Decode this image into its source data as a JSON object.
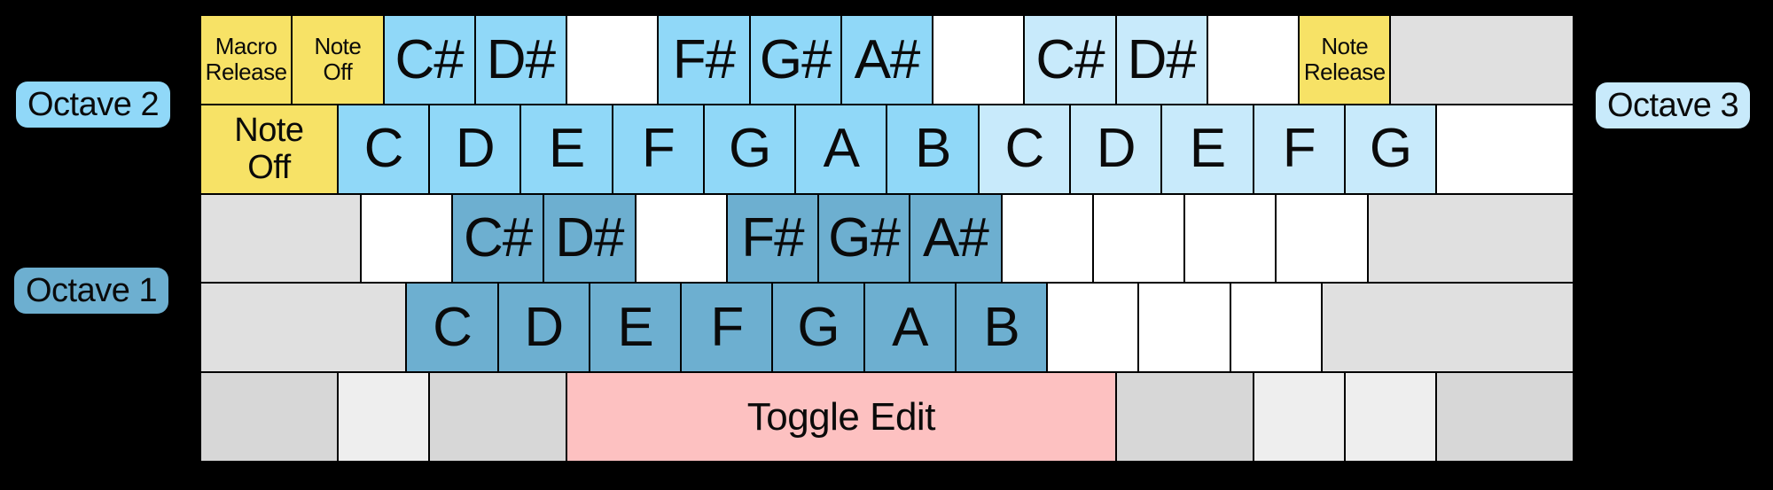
{
  "labels": {
    "octave1": "Octave 1",
    "octave2": "Octave 2",
    "octave3": "Octave 3"
  },
  "colors": {
    "background": "#000000",
    "key_border": "#000000",
    "yellow": "#F7E266",
    "oct2": "#90D8F8",
    "oct3": "#C8EAFB",
    "oct1": "#6DAFD0",
    "pink": "#FDC1C1",
    "blank": "#FFFFFF",
    "grey": "#E0E0E0",
    "greyDark": "#D7D7D7",
    "greyLight": "#EEEEEE",
    "text": "#0a0a0a"
  },
  "keyboard": {
    "rows": [
      {
        "name": "keyboard-row-number",
        "keys": [
          {
            "label": "Macro\nRelease",
            "color": "yellow",
            "w": 1,
            "size": "sm"
          },
          {
            "label": "Note\nOff",
            "color": "yellow",
            "w": 1,
            "size": "sm"
          },
          {
            "label": "C#",
            "color": "oct2",
            "w": 1,
            "size": "xl"
          },
          {
            "label": "D#",
            "color": "oct2",
            "w": 1,
            "size": "xl"
          },
          {
            "label": "",
            "color": "blank",
            "w": 1
          },
          {
            "label": "F#",
            "color": "oct2",
            "w": 1,
            "size": "xl"
          },
          {
            "label": "G#",
            "color": "oct2",
            "w": 1,
            "size": "xl"
          },
          {
            "label": "A#",
            "color": "oct2",
            "w": 1,
            "size": "xl"
          },
          {
            "label": "",
            "color": "blank",
            "w": 1
          },
          {
            "label": "C#",
            "color": "oct3",
            "w": 1,
            "size": "xl"
          },
          {
            "label": "D#",
            "color": "oct3",
            "w": 1,
            "size": "xl"
          },
          {
            "label": "",
            "color": "blank",
            "w": 1
          },
          {
            "label": "Note\nRelease",
            "color": "yellow",
            "w": 1,
            "size": "sm"
          },
          {
            "label": "",
            "color": "grey",
            "w": 2
          }
        ]
      },
      {
        "name": "keyboard-row-qwerty",
        "keys": [
          {
            "label": "Note\nOff",
            "color": "yellow",
            "w": 1.5,
            "size": "md"
          },
          {
            "label": "C",
            "color": "oct2",
            "w": 1,
            "size": "xl"
          },
          {
            "label": "D",
            "color": "oct2",
            "w": 1,
            "size": "xl"
          },
          {
            "label": "E",
            "color": "oct2",
            "w": 1,
            "size": "xl"
          },
          {
            "label": "F",
            "color": "oct2",
            "w": 1,
            "size": "xl"
          },
          {
            "label": "G",
            "color": "oct2",
            "w": 1,
            "size": "xl"
          },
          {
            "label": "A",
            "color": "oct2",
            "w": 1,
            "size": "xl"
          },
          {
            "label": "B",
            "color": "oct2",
            "w": 1,
            "size": "xl"
          },
          {
            "label": "C",
            "color": "oct3",
            "w": 1,
            "size": "xl"
          },
          {
            "label": "D",
            "color": "oct3",
            "w": 1,
            "size": "xl"
          },
          {
            "label": "E",
            "color": "oct3",
            "w": 1,
            "size": "xl"
          },
          {
            "label": "F",
            "color": "oct3",
            "w": 1,
            "size": "xl"
          },
          {
            "label": "G",
            "color": "oct3",
            "w": 1,
            "size": "xl"
          },
          {
            "label": "",
            "color": "blank",
            "w": 1.5
          }
        ]
      },
      {
        "name": "keyboard-row-home",
        "keys": [
          {
            "label": "",
            "color": "grey",
            "w": 1.75
          },
          {
            "label": "",
            "color": "blank",
            "w": 1
          },
          {
            "label": "C#",
            "color": "oct1",
            "w": 1,
            "size": "xl"
          },
          {
            "label": "D#",
            "color": "oct1",
            "w": 1,
            "size": "xl"
          },
          {
            "label": "",
            "color": "blank",
            "w": 1
          },
          {
            "label": "F#",
            "color": "oct1",
            "w": 1,
            "size": "xl"
          },
          {
            "label": "G#",
            "color": "oct1",
            "w": 1,
            "size": "xl"
          },
          {
            "label": "A#",
            "color": "oct1",
            "w": 1,
            "size": "xl"
          },
          {
            "label": "",
            "color": "blank",
            "w": 1
          },
          {
            "label": "",
            "color": "blank",
            "w": 1
          },
          {
            "label": "",
            "color": "blank",
            "w": 1
          },
          {
            "label": "",
            "color": "blank",
            "w": 1
          },
          {
            "label": "",
            "color": "grey",
            "w": 2.25
          }
        ]
      },
      {
        "name": "keyboard-row-shift",
        "keys": [
          {
            "label": "",
            "color": "grey",
            "w": 2.25
          },
          {
            "label": "C",
            "color": "oct1",
            "w": 1,
            "size": "xl"
          },
          {
            "label": "D",
            "color": "oct1",
            "w": 1,
            "size": "xl"
          },
          {
            "label": "E",
            "color": "oct1",
            "w": 1,
            "size": "xl"
          },
          {
            "label": "F",
            "color": "oct1",
            "w": 1,
            "size": "xl"
          },
          {
            "label": "G",
            "color": "oct1",
            "w": 1,
            "size": "xl"
          },
          {
            "label": "A",
            "color": "oct1",
            "w": 1,
            "size": "xl"
          },
          {
            "label": "B",
            "color": "oct1",
            "w": 1,
            "size": "xl"
          },
          {
            "label": "",
            "color": "blank",
            "w": 1
          },
          {
            "label": "",
            "color": "blank",
            "w": 1
          },
          {
            "label": "",
            "color": "blank",
            "w": 1
          },
          {
            "label": "",
            "color": "grey",
            "w": 2.75
          }
        ]
      },
      {
        "name": "keyboard-row-space",
        "keys": [
          {
            "label": "",
            "color": "greyDark",
            "w": 1.5
          },
          {
            "label": "",
            "color": "greyLight",
            "w": 1
          },
          {
            "label": "",
            "color": "greyDark",
            "w": 1.5
          },
          {
            "label": "Toggle Edit",
            "color": "pink",
            "w": 6,
            "size": "lg"
          },
          {
            "label": "",
            "color": "greyDark",
            "w": 1.5
          },
          {
            "label": "",
            "color": "greyLight",
            "w": 1
          },
          {
            "label": "",
            "color": "greyLight",
            "w": 1
          },
          {
            "label": "",
            "color": "greyDark",
            "w": 1.5
          }
        ]
      }
    ]
  }
}
